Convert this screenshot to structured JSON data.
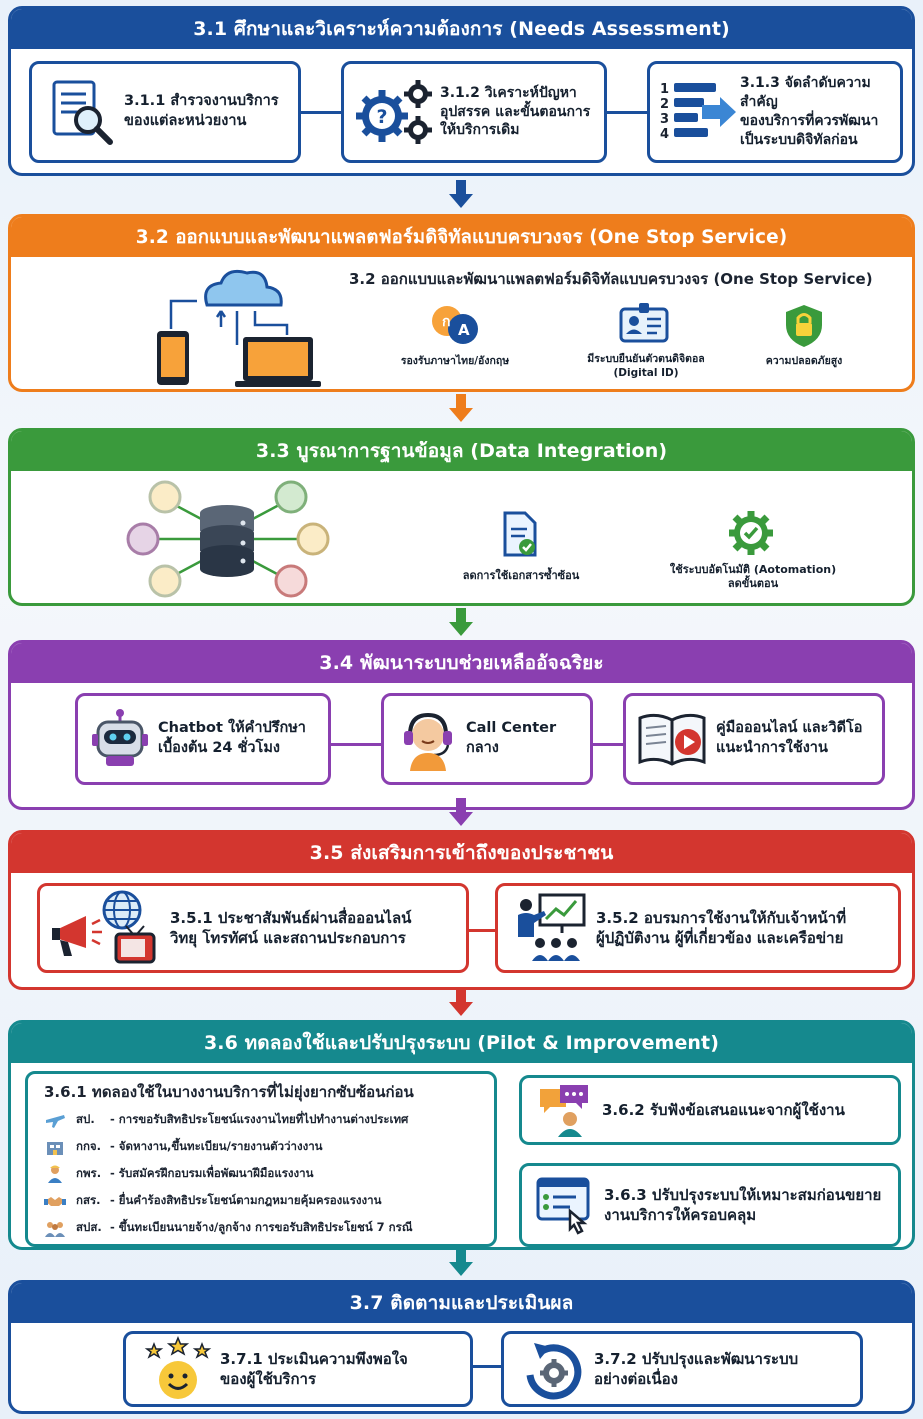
{
  "colors": {
    "s1": "#1a4f9c",
    "s2": "#ee7d1c",
    "s3": "#3a9a3c",
    "s4": "#8a3fb0",
    "s5": "#d3362f",
    "s6": "#15898e",
    "s7": "#1a4f9c"
  },
  "s1": {
    "title": "3.1 ศึกษาและวิเคราะห์ความต้องการ (Needs Assessment)",
    "c1": [
      "3.1.1 สำรวจงานบริการ",
      "ของแต่ละหน่วยงาน"
    ],
    "c2": [
      "3.1.2 วิเคราะห์ปัญหา",
      "อุปสรรค และขั้นตอนการ",
      "ให้บริการเดิม"
    ],
    "c3": [
      "3.1.3 จัดลำดับความสำคัญ",
      "ของบริการที่ควรพัฒนา",
      "เป็นระบบดิจิทัลก่อน"
    ],
    "list_nums": [
      "1",
      "2",
      "3",
      "4"
    ]
  },
  "s2": {
    "title": "3.2 ออกแบบและพัฒนาแพลตฟอร์มดิจิทัลแบบครบวงจร (One Stop Service)",
    "subtitle": "3.2 ออกแบบและพัฒนาแพลตฟอร์มดิจิทัลแบบครบวงจร (One Stop Service)",
    "f1": "รองรับภาษาไทย/อังกฤษ",
    "f2": [
      "มีระบบยืนยันตัวตนดิจิตอล",
      "(Digital ID)"
    ],
    "f3": "ความปลอดภัยสูง"
  },
  "s3": {
    "title": "3.3 บูรณาการฐานข้อมูล (Data Integration)",
    "f1": "ลดการใช้เอกสารซ้ำซ้อน",
    "f2": [
      "ใช้ระบบอัตโนมัติ (Aotomation)",
      "ลดขั้นตอน"
    ]
  },
  "s4": {
    "title": "3.4 พัฒนาระบบช่วยเหลืออัจฉริยะ",
    "c1": [
      "Chatbot ให้คำปรึกษา",
      "เบื้องต้น 24 ชั่วโมง"
    ],
    "c2": [
      "Call Center",
      "กลาง"
    ],
    "c3": [
      "คู่มือออนไลน์ และวิดีโอ",
      "แนะนำการใช้งาน"
    ]
  },
  "s5": {
    "title": "3.5 ส่งเสริมการเข้าถึงของประชาชน",
    "c1": [
      "3.5.1 ประชาสัมพันธ์ผ่านสื่อออนไลน์",
      "วิทยุ โทรทัศน์ และสถานประกอบการ"
    ],
    "c2": [
      "3.5.2 อบรมการใช้งานให้กับเจ้าหน้าที่",
      "ผู้ปฏิบัติงาน ผู้ที่เกี่ยวข้อง และเครือข่าย"
    ]
  },
  "s6": {
    "title": "3.6 ทดลองใช้และปรับปรุงระบบ (Pilot & Improvement)",
    "list_title": "3.6.1 ทดลองใช้ในบางงานบริการที่ไม่ยุ่งยากซับซ้อนก่อน",
    "rows": [
      {
        "abbr": "สป.",
        "text": "- การขอรับสิทธิประโยชน์แรงงานไทยที่ไปทำงานต่างประเทศ"
      },
      {
        "abbr": "กกจ.",
        "text": "- จัดหางาน,ขึ้นทะเบียน/รายงานตัวว่างงาน"
      },
      {
        "abbr": "กพร.",
        "text": "- รับสมัครฝึกอบรมเพื่อพัฒนาฝีมือแรงงาน"
      },
      {
        "abbr": "กสร.",
        "text": "- ยื่นคำร้องสิทธิประโยชน์ตามกฎหมายคุ้มครองแรงงาน"
      },
      {
        "abbr": "สปส.",
        "text": "- ขึ้นทะเบียนนายจ้าง/ลูกจ้าง การขอรับสิทธิประโยชน์ 7 กรณี"
      }
    ],
    "c2": "3.6.2 รับฟังข้อเสนอแนะจากผู้ใช้งาน",
    "c3": [
      "3.6.3 ปรับปรุงระบบให้เหมาะสมก่อนขยาย",
      "งานบริการให้ครอบคลุม"
    ]
  },
  "s7": {
    "title": "3.7 ติดตามและประเมินผล",
    "c1": [
      "3.7.1 ประเมินความพึงพอใจ",
      "ของผู้ใช้บริการ"
    ],
    "c2": [
      "3.7.2 ปรับปรุงและพัฒนาระบบ",
      "อย่างต่อเนื่อง"
    ]
  },
  "icons": [
    "document-search-icon",
    "gears-question-icon",
    "priority-list-icon",
    "cloud-devices-icon",
    "language-icon",
    "digital-id-icon",
    "security-shield-icon",
    "database-hub-icon",
    "document-check-icon",
    "automation-gear-icon",
    "chatbot-icon",
    "call-center-icon",
    "video-manual-icon",
    "megaphone-media-icon",
    "training-icon",
    "feedback-chat-icon",
    "system-update-icon",
    "satisfaction-stars-icon",
    "continuous-improvement-icon"
  ]
}
